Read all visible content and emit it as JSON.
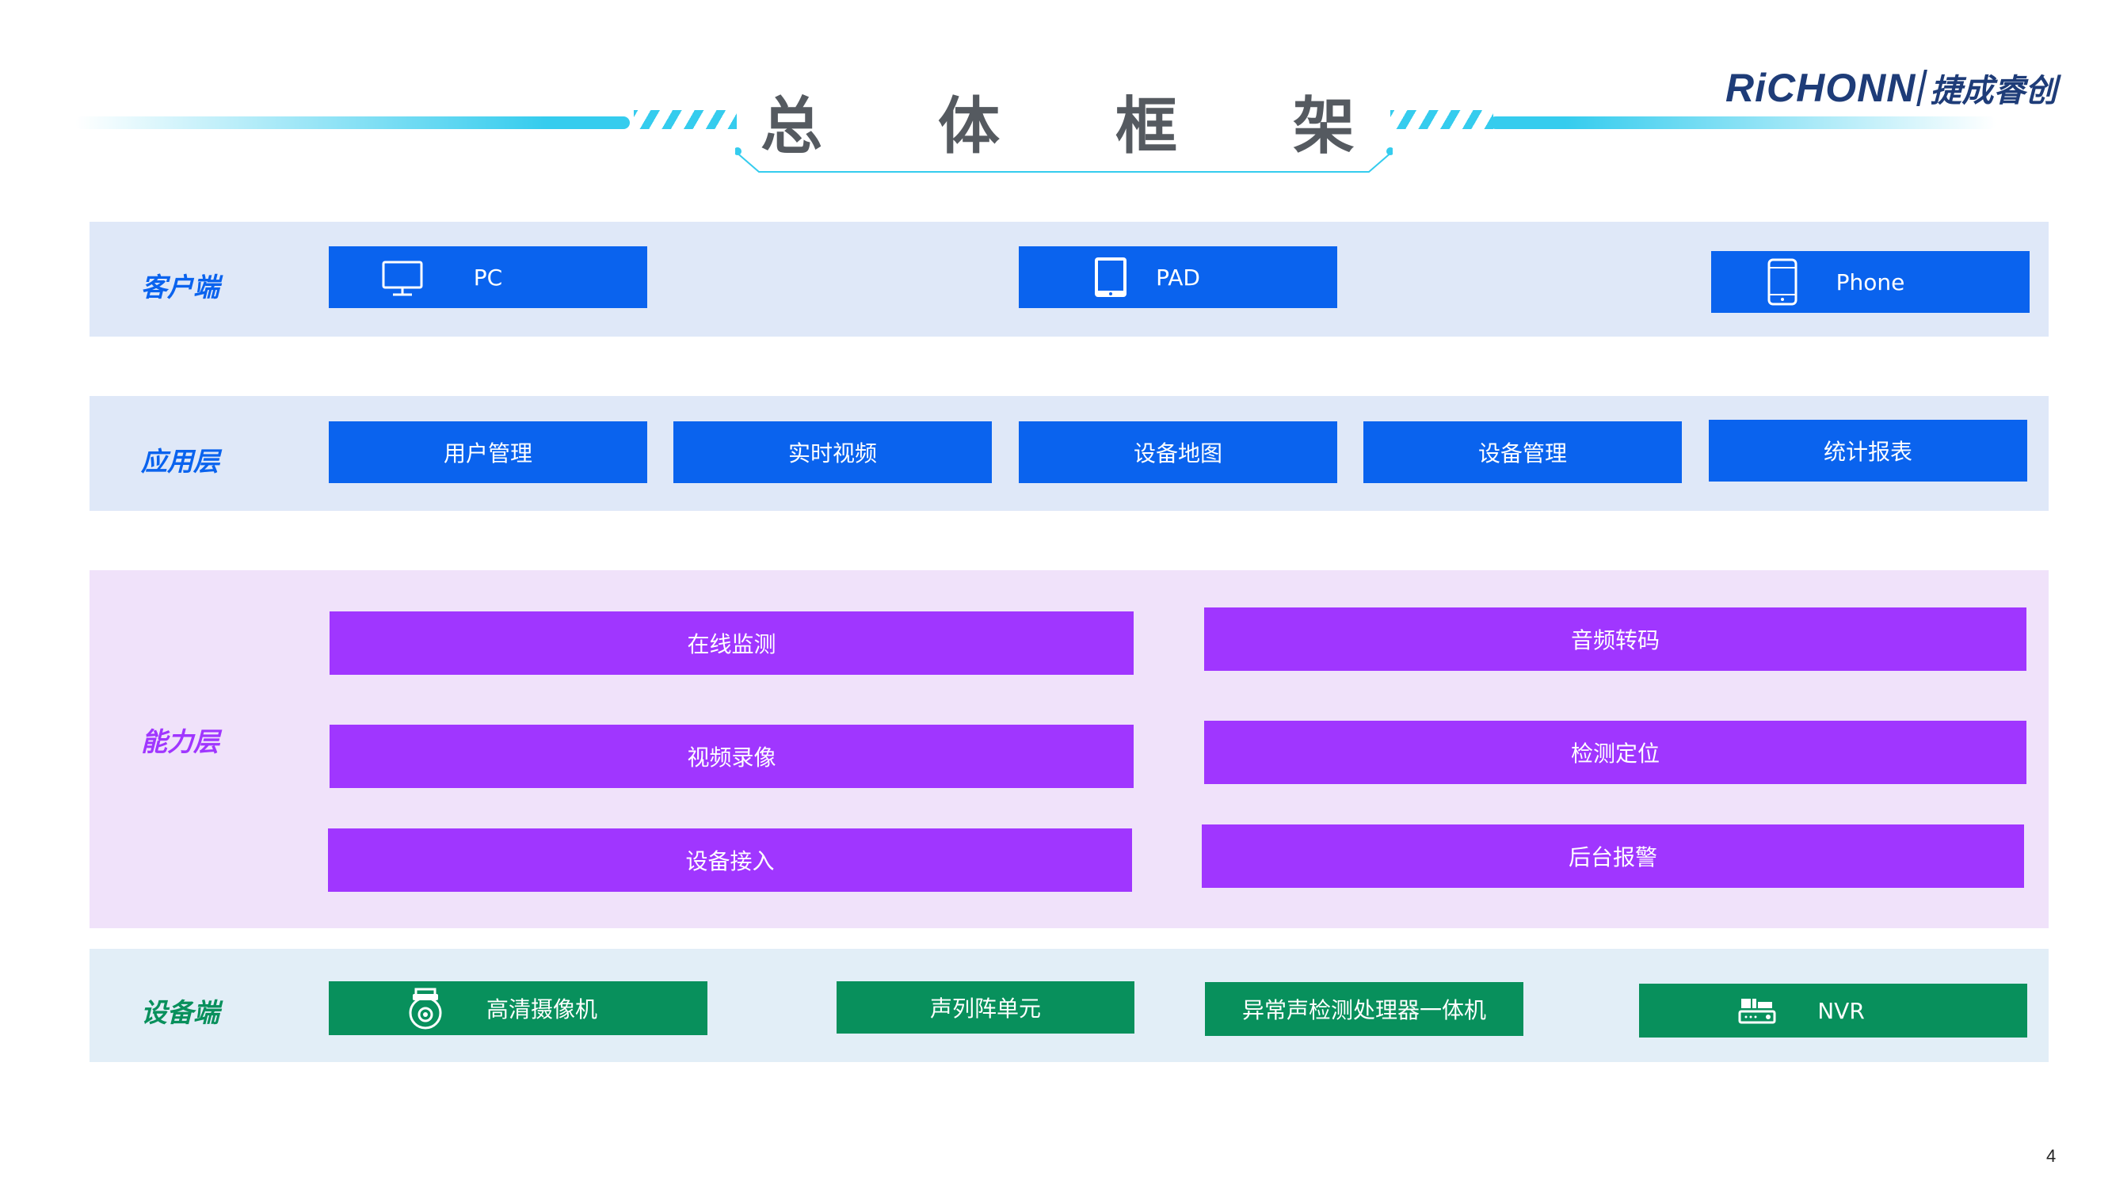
{
  "header": {
    "title_chars": [
      "总",
      "体",
      "框",
      "架"
    ],
    "logo_en": "RiCHONN",
    "logo_cn": "捷成睿创"
  },
  "layers": {
    "client": {
      "label": "客户端",
      "items": [
        {
          "label": "PC",
          "icon": "monitor-icon"
        },
        {
          "label": "PAD",
          "icon": "tablet-icon"
        },
        {
          "label": "Phone",
          "icon": "phone-icon"
        }
      ]
    },
    "application": {
      "label": "应用层",
      "items": [
        "用户管理",
        "实时视频",
        "设备地图",
        "设备管理",
        "统计报表"
      ]
    },
    "capability": {
      "label": "能力层",
      "items": [
        "在线监测",
        "音频转码",
        "视频录像",
        "检测定位",
        "设备接入",
        "后台报警"
      ]
    },
    "device": {
      "label": "设备端",
      "items": [
        {
          "label": "高清摄像机",
          "icon": "camera-icon"
        },
        {
          "label": "声列阵单元"
        },
        {
          "label": "异常声检测处理器一体机"
        },
        {
          "label": "NVR",
          "icon": "nvr-icon"
        }
      ]
    }
  },
  "colors": {
    "client_label": "#0a63ee",
    "application_label": "#0a63ee",
    "capability_label": "#a036ff",
    "device_label": "#08905c",
    "blue_box": "#0a63ee",
    "purple_box": "#a036ff",
    "green_box": "#08905c"
  },
  "page_number": "4"
}
